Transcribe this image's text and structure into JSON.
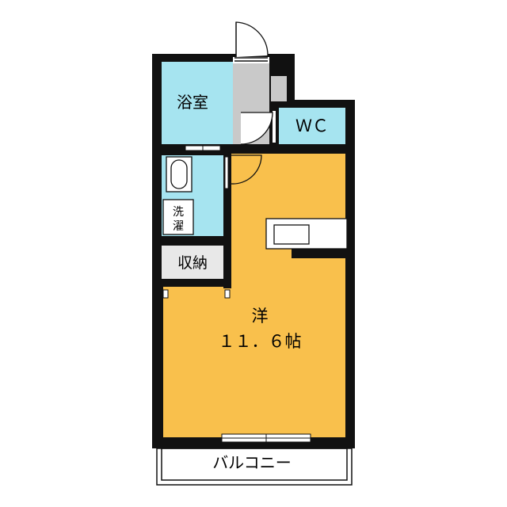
{
  "rooms": {
    "bath": "浴室",
    "wc": "ＷＣ",
    "laundry_1": "洗",
    "laundry_2": "濯",
    "storage": "収納",
    "western": "洋",
    "western_size": "１１．６帖",
    "balcony": "バルコニー"
  },
  "colors": {
    "wall": "#111111",
    "western_floor": "#f9c04c",
    "wet_area": "#a6e4f0",
    "entrance": "#c9c9c9",
    "storage_floor": "#e8e8e8",
    "background": "#ffffff"
  }
}
